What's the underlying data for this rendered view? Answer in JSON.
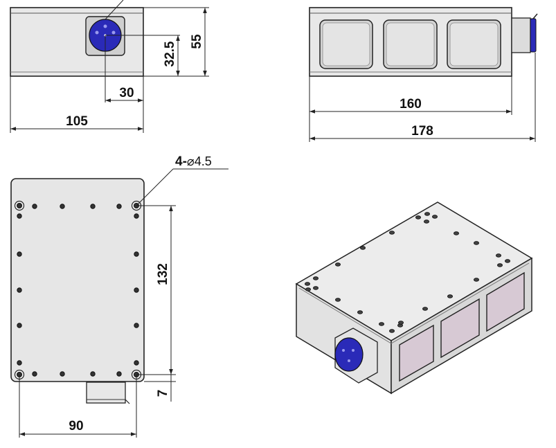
{
  "front_view": {
    "height_label": "55",
    "connector_height_label": "32.5",
    "connector_offset_label": "30",
    "width_label": "105"
  },
  "side_view": {
    "body_length_label": "160",
    "overall_length_label": "178"
  },
  "top_view": {
    "hole_callout_prefix": "4-",
    "hole_callout_symbol": "⌀",
    "hole_callout_value": "4.5",
    "hole_spacing_label": "132",
    "connector_protrusion_label": "7",
    "hole_width_label": "90"
  },
  "colors": {
    "body_fill": "#e6e6e6",
    "body_dark": "#b8b8bc",
    "connector_blue": "#2a2ab8",
    "window_fill": "#d7c9d4",
    "line": "#222222"
  }
}
